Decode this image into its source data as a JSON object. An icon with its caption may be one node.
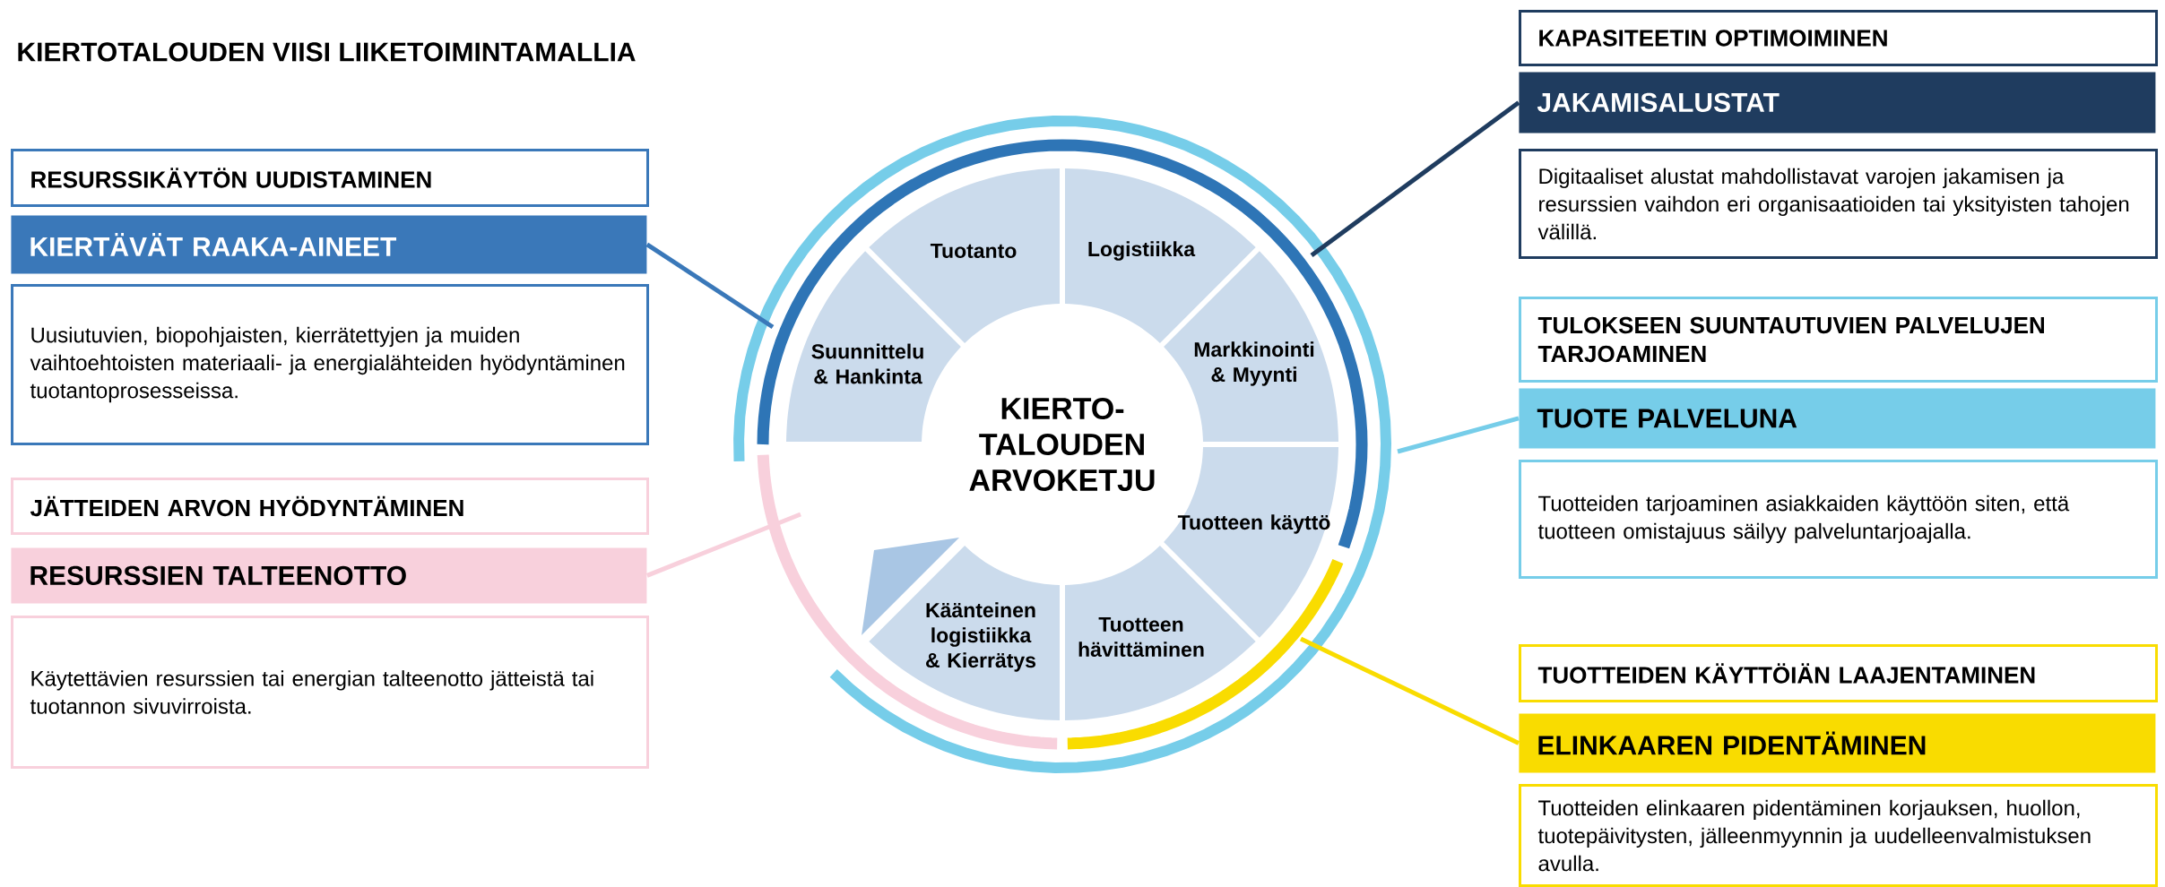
{
  "diagram": {
    "title": "KIERTOTALOUDEN VIISI LIIKETOIMINTAMALLIA",
    "nodes": [
      {
        "text": [
          "KIERTO- TALOUDEN ARVOKETJU"
        ]
      },
      {
        "text": [
          "Suunnittelu & Hankinta"
        ]
      },
      {
        "text": [
          "Tuotanto"
        ]
      },
      {
        "text": [
          "Logistiikka"
        ]
      },
      {
        "text": [
          "Markkinointi & Myynti"
        ]
      },
      {
        "text": [
          "Tuotteen käyttö"
        ]
      },
      {
        "text": [
          "Tuotteen hävittäminen"
        ]
      },
      {
        "text": [
          "Käänteinen logistiikka & Kierrätys"
        ]
      },
      {
        "text": [
          "RESURSSIKÄYTÖN UUDISTAMINEN"
        ]
      },
      {
        "text": [
          "KIERTÄVÄT RAAKA-AINEET"
        ]
      },
      {
        "text": [
          "Uusiutuvien, biopohjaisten, kierrätettyjen ja muiden vaihtoehtoisten materiaali- ja energialähteiden hyödyntäminen tuotantoprosesseissa."
        ]
      },
      {
        "text": [
          "JÄTTEIDEN ARVON HYÖDYNTÄMINEN"
        ]
      },
      {
        "text": [
          "RESURSSIEN TALTEENOTTO"
        ]
      },
      {
        "text": [
          "Käytettävien resurssien tai energian talteenotto jätteistä tai tuotannon sivuvirroista."
        ]
      },
      {
        "text": [
          "KAPASITEETIN OPTIMOIMINEN"
        ]
      },
      {
        "text": [
          "JAKAMISALUSTAT"
        ]
      },
      {
        "text": [
          "Digitaaliset alustat mahdollistavat varojen jakamisen ja resurssien vaihdon eri organisaatioiden tai yksityisten tahojen välillä."
        ]
      },
      {
        "text": [
          "TULOKSEEN SUUNTAUTUVIEN PALVELUJEN TARJOAMINEN"
        ]
      },
      {
        "text": [
          "TUOTE PALVELUNA"
        ]
      },
      {
        "text": [
          "Tuotteiden tarjoaminen asiakkaiden käyttöön siten, että tuotteen omistajuus säilyy palveluntarjoajalla."
        ]
      },
      {
        "text": [
          "TUOTTEIDEN KÄYTTÖIÄN LAAJENTAMINEN"
        ]
      },
      {
        "text": [
          "ELINKAAREN PIDENTÄMINEN"
        ]
      },
      {
        "text": [
          "Tuotteiden elinkaaren pidentäminen korjauksen, huollon, tuotepäivitysten, jälleenmyynnin ja uudelleenvalmistuksen avulla."
        ]
      }
    ],
    "edges": [
      {
        "from": 9,
        "to": null,
        "arrow": "none",
        "color": "#3a78b9"
      },
      {
        "from": 12,
        "to": null,
        "arrow": "none",
        "color": "#f8d0dc"
      },
      {
        "from": 15,
        "to": null,
        "arrow": "none",
        "color": "#1f3c5f"
      },
      {
        "from": 18,
        "to": null,
        "arrow": "none",
        "color": "#76cde9"
      },
      {
        "from": 21,
        "to": null,
        "arrow": "none",
        "color": "#f9dc00"
      }
    ]
  }
}
